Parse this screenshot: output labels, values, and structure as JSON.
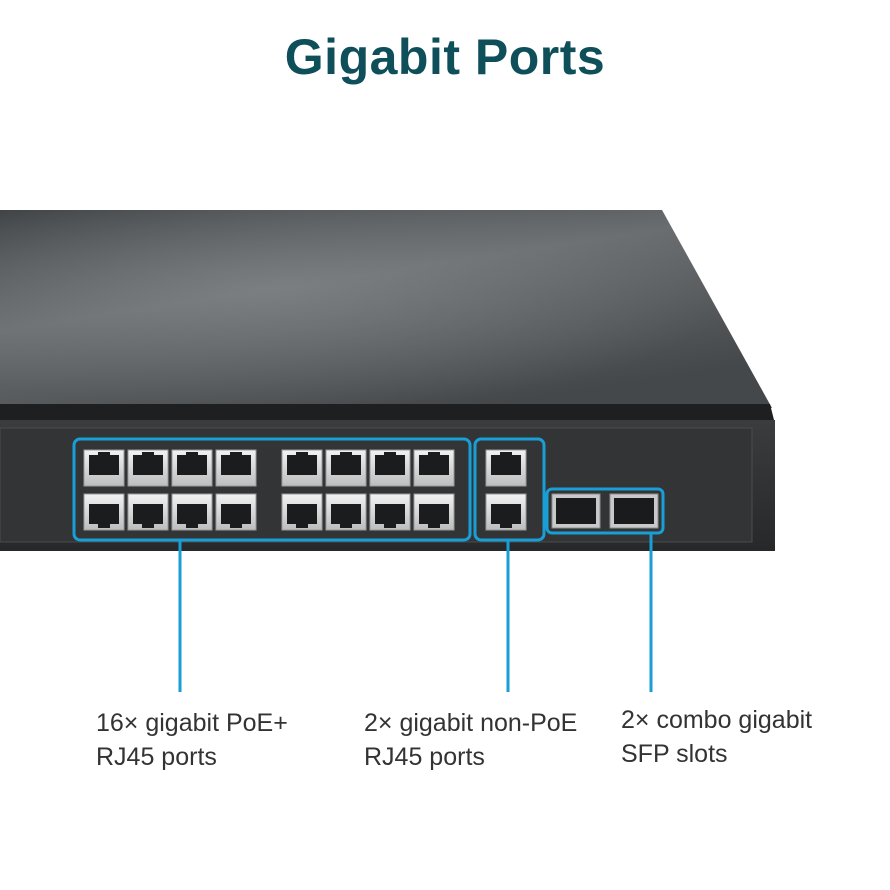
{
  "title": "Gigabit Ports",
  "colors": {
    "title": "#0f4f5a",
    "accent": "#1a9ed6",
    "chassis_top": "#505355",
    "chassis_front": "#2b2d2f",
    "port_frame": "#dcdcdc"
  },
  "callouts": [
    {
      "line1": "16× gigabit PoE+",
      "line2": "RJ45 ports"
    },
    {
      "line1": "2× gigabit non-PoE",
      "line2": "RJ45 ports"
    },
    {
      "line1": "2× combo gigabit",
      "line2": "SFP slots"
    }
  ]
}
